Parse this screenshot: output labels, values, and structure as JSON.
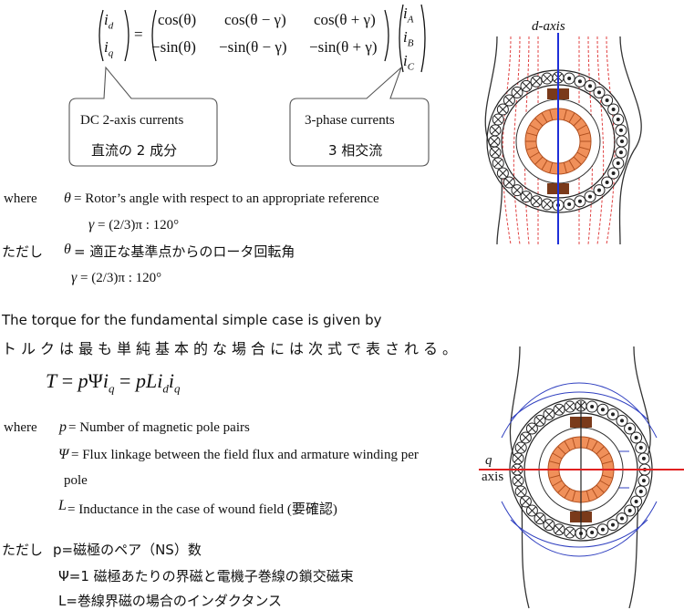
{
  "equation": {
    "vector_left": [
      "i_d",
      "i_q"
    ],
    "matrix_row1": [
      "cos(θ)",
      "cos(θ − γ)",
      "cos(θ + γ)"
    ],
    "matrix_row2": [
      "−sin(θ)",
      "−sin(θ − γ)",
      "−sin(θ + γ)"
    ],
    "vector_right": [
      "i_A",
      "i_B",
      "i_C"
    ]
  },
  "callouts": {
    "dc": {
      "en": "DC 2-axis currents",
      "jp": "直流の 2 成分"
    },
    "ac": {
      "en": "3-phase currents",
      "jp": "3 相交流"
    }
  },
  "where1": {
    "label": "where",
    "theta_def": "= Rotor’s angle with respect to an appropriate reference",
    "gamma_def": "= (2/3)π : 120°"
  },
  "tadashi1": {
    "label": "ただし",
    "theta_def": "= 適正な基準点からのロータ回転角",
    "gamma_def": "= (2/3)π : 120°"
  },
  "torque": {
    "intro_en": "The torque for the fundamental simple case is given by",
    "intro_jp": "トルクは最も単純基本的な場合には次式で表される。",
    "formula": "T = pΨi_q = pLi_di_q"
  },
  "where2": {
    "label": "where",
    "p_def": "= Number of magnetic pole pairs",
    "psi_def_1": "= Flux linkage between the field flux and armature winding per",
    "psi_def_2": "pole",
    "L_def": "= Inductance in the case of wound field (要確認)"
  },
  "tadashi2": {
    "label": "ただし",
    "p_def": "p=磁極のペア（NS）数",
    "psi_def": "Ψ=1 磁極あたりの界磁と電機子巻線の鎖交磁束",
    "L_def": "L=巻線界磁の場合のインダクタンス"
  },
  "diagram_labels": {
    "d_axis": "d-axis",
    "q_axis_1": "q",
    "q_axis_2": "axis"
  },
  "colors": {
    "rotor": "#f0905a",
    "pole_shoe": "#7a3a1a",
    "d_axis_line": "#1e2fd8",
    "q_axis_line": "#e02020",
    "field_lines_d": "#e04040",
    "field_lines_q": "#3040c0"
  }
}
